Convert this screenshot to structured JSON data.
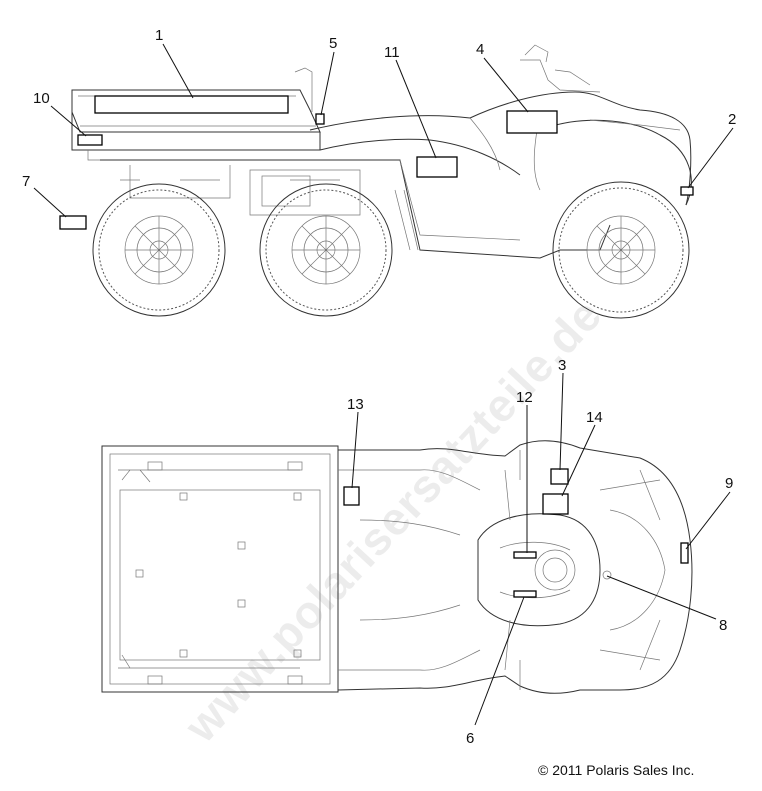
{
  "watermark": "www.polarisersatzteile.de",
  "copyright": "© 2011 Polaris Sales Inc.",
  "callouts": {
    "c1": "1",
    "c2": "2",
    "c3": "3",
    "c4": "4",
    "c5": "5",
    "c6": "6",
    "c7": "7",
    "c8": "8",
    "c9": "9",
    "c10": "10",
    "c11": "11",
    "c12": "12",
    "c13": "13",
    "c14": "14"
  }
}
